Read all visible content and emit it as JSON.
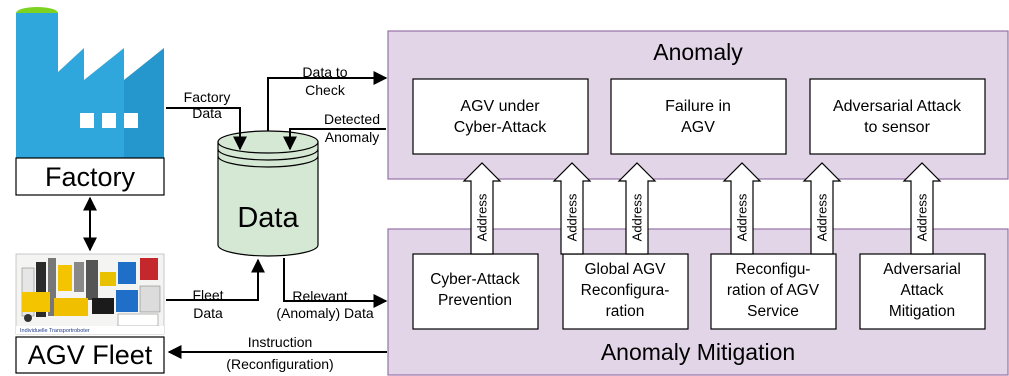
{
  "factory": {
    "label": "Factory"
  },
  "agv_fleet": {
    "label": "AGV Fleet",
    "photo_caption": "Individuelle Transportroboter"
  },
  "data_store": {
    "label": "Data"
  },
  "flows": {
    "factory_data_1": "Factory",
    "factory_data_2": "Data",
    "fleet_data_1": "Fleet",
    "fleet_data_2": "Data",
    "data_to_check_1": "Data to",
    "data_to_check_2": "Check",
    "detected_anomaly_1": "Detected",
    "detected_anomaly_2": "Anomaly",
    "relevant_data_1": "Relevant",
    "relevant_data_2": "(Anomaly) Data",
    "instruction_1": "Instruction",
    "instruction_2": "(Reconfiguration)"
  },
  "anomaly": {
    "title": "Anomaly",
    "boxes": [
      {
        "line1": "AGV under",
        "line2": "Cyber-Attack"
      },
      {
        "line1": "Failure in",
        "line2": "AGV"
      },
      {
        "line1": "Adversarial Attack",
        "line2": "to sensor"
      }
    ]
  },
  "mitigation": {
    "title": "Anomaly Mitigation",
    "boxes": [
      {
        "line1": "Cyber-Attack",
        "line2": "Prevention",
        "line3": ""
      },
      {
        "line1": "Global AGV",
        "line2": "Reconfigura-",
        "line3": "ration"
      },
      {
        "line1": "Reconfigu-",
        "line2": "ration of AGV",
        "line3": "Service"
      },
      {
        "line1": "Adversarial",
        "line2": "Attack",
        "line3": "Mitigation"
      }
    ]
  },
  "address_label": "Address",
  "colors": {
    "panel_fill": "#e1d5e7",
    "panel_stroke": "#9673a6",
    "cylinder_fill": "#d5e8d4",
    "cylinder_stroke": "#82b366",
    "factory_blue": "#2fa7dc",
    "factory_blue_dark": "#1d87bd",
    "factory_cap": "#7ed321"
  }
}
